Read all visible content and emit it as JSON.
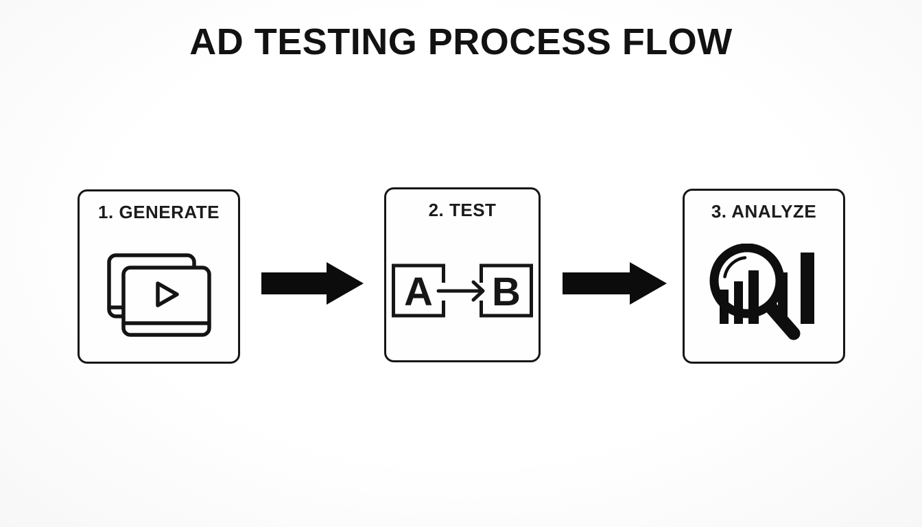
{
  "page": {
    "background_color": "#fcfcfc",
    "ink_color": "#131313"
  },
  "title": "AD TESTING PROCESS FLOW",
  "steps": [
    {
      "label": "1. GENERATE",
      "icon": "video-cards-icon"
    },
    {
      "label": "2. TEST",
      "icon": "ab-test-icon",
      "variant_a": "A",
      "variant_b": "B"
    },
    {
      "label": "3. ANALYZE",
      "icon": "magnifier-bar-chart-icon"
    }
  ],
  "connectors": [
    {
      "type": "arrow-right"
    },
    {
      "type": "arrow-right"
    }
  ]
}
